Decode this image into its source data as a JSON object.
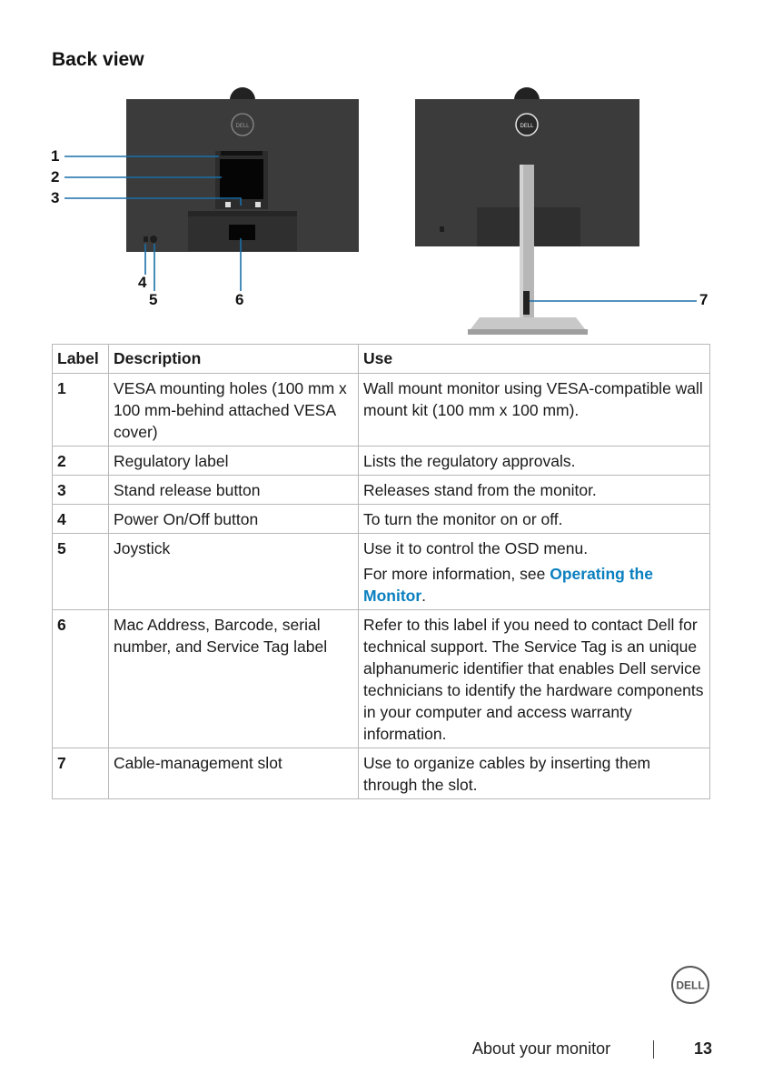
{
  "section_title": "Back view",
  "figure": {
    "logo_text": "DELL",
    "callouts": [
      "1",
      "2",
      "3",
      "4",
      "5",
      "6",
      "7"
    ]
  },
  "table": {
    "headers": [
      "Label",
      "Description",
      "Use"
    ],
    "rows": [
      {
        "label": "1",
        "description": "VESA mounting holes (100 mm x 100 mm-behind attached VESA cover)",
        "use": "Wall mount monitor using VESA-compatible wall mount kit (100 mm x 100 mm)."
      },
      {
        "label": "2",
        "description": "Regulatory label",
        "use": "Lists the regulatory approvals."
      },
      {
        "label": "3",
        "description": "Stand release button",
        "use": "Releases stand from the monitor."
      },
      {
        "label": "4",
        "description": "Power On/Off button",
        "use": "To turn the monitor on or off."
      },
      {
        "label": "5",
        "description": "Joystick",
        "use": "Use it to control the OSD menu.",
        "use_more_prefix": "For more information, see ",
        "use_more_link": "Operating the Monitor",
        "use_more_suffix": "."
      },
      {
        "label": "6",
        "description": "Mac Address, Barcode, serial number, and Service Tag label",
        "use": "Refer to this label if you need to contact Dell for technical support. The Service Tag is an unique alphanumeric identifier that enables Dell service technicians to identify the hardware components in your computer and access warranty information."
      },
      {
        "label": "7",
        "description": "Cable-management slot",
        "use": "Use to organize cables by inserting them through the slot."
      }
    ]
  },
  "footer": {
    "section": "About your monitor",
    "page_number": "13",
    "logo_text": "DELL"
  },
  "colors": {
    "callout_line": "#1a6fa8",
    "link": "#0a7fbf",
    "monitor_body": "#3a3a3a"
  }
}
